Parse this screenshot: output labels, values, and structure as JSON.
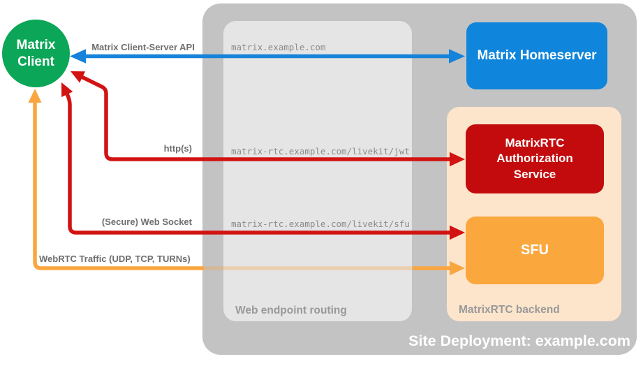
{
  "diagram": {
    "site_title": "Site Deployment: example.com",
    "nodes": {
      "client": {
        "label": "Matrix Client",
        "color": "#0ba657"
      },
      "homeserver": {
        "label": "Matrix Homeserver",
        "color": "#0f85dc"
      },
      "auth_service": {
        "label": "MatrixRTC Authorization Service",
        "color": "#c30b0d"
      },
      "sfu": {
        "label": "SFU",
        "color": "#faa73e"
      }
    },
    "containers": {
      "site_deployment": {
        "color": "#c3c3c3"
      },
      "web_endpoint_routing": {
        "label": "Web endpoint routing",
        "color": "#e5e5e5"
      },
      "matrixrtc_backend": {
        "label": "MatrixRTC backend",
        "color": "#fde5cc"
      }
    },
    "connections": {
      "client_server_api": {
        "label": "Matrix Client-Server API",
        "route": "matrix.example.com",
        "color": "#1583db"
      },
      "http": {
        "label": "http(s)",
        "route": "matrix-rtc.example.com/livekit/jwt",
        "color": "#d11311"
      },
      "web_socket": {
        "label": "(Secure) Web Socket",
        "route": "matrix-rtc.example.com/livekit/sfu",
        "color": "#d11311"
      },
      "webrtc": {
        "label": "WebRTC Traffic (UDP, TCP, TURNs)",
        "color": "#f9a640"
      }
    }
  }
}
